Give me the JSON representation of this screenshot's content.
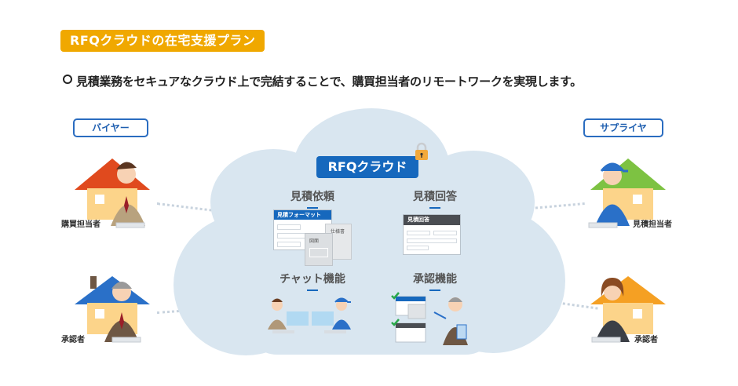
{
  "header": {
    "title": "RFQクラウドの在宅支援プラン",
    "lead": "見積業務をセキュアなクラウド上で完結することで、購買担当者のリモートワークを実現します。"
  },
  "buyer": {
    "label": "バイヤー",
    "persons": [
      {
        "role": "購買担当者"
      },
      {
        "role": "承認者"
      }
    ]
  },
  "supplier": {
    "label": "サプライヤ",
    "persons": [
      {
        "role": "見積担当者"
      },
      {
        "role": "承認者"
      }
    ]
  },
  "cloud": {
    "title": "RFQクラウド",
    "features": [
      {
        "label": "見積依頼",
        "doc_header": "見積フォーマット",
        "sub_doc_1": "仕様書",
        "sub_doc_2": "図面"
      },
      {
        "label": "見積回答",
        "doc_header": "見積回答"
      },
      {
        "label": "チャット機能"
      },
      {
        "label": "承認機能"
      }
    ]
  },
  "colors": {
    "title_badge": "#f0a800",
    "brand_blue": "#1668bd",
    "cloud_fill": "#d9e6f0",
    "house_buyer_purchaser": "#e04a1e",
    "house_buyer_approver": "#2a70c8",
    "house_supplier_estimator": "#7dc242",
    "house_supplier_approver": "#f5a023"
  }
}
